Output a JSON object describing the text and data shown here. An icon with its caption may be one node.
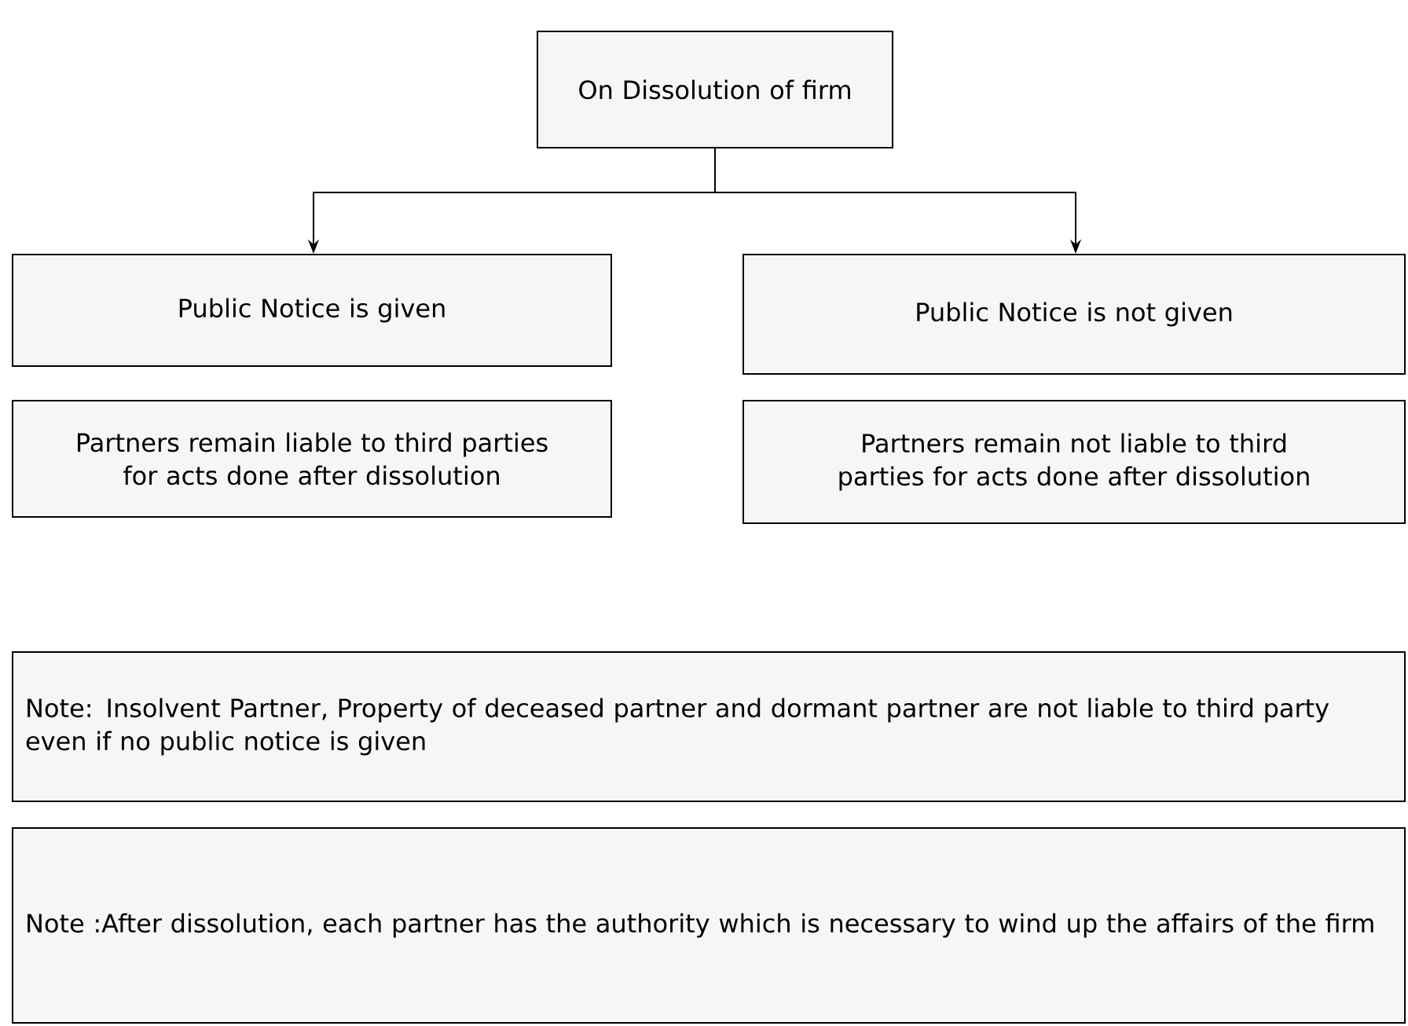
{
  "diagram": {
    "nodes": [
      {
        "text": [
          "On Dissolution of firm"
        ]
      },
      {
        "text": [
          "Public Notice is given"
        ]
      },
      {
        "text": [
          "Public Notice is not given"
        ]
      },
      {
        "text": [
          "Partners remain liable to third parties for acts done after dissolution"
        ]
      },
      {
        "text": [
          "Partners remain not liable to third parties for acts done after dissolution"
        ]
      },
      {
        "text": [
          "Note: Insolvent Partner, Property of deceased partner and dormant partner are not liable to third party even if no public notice is given"
        ]
      },
      {
        "text": [
          "Note :After dissolution, each partner has the authority which is necessary to wind up the affairs of the firm"
        ]
      }
    ],
    "edges": [
      {
        "from": 0,
        "to": 1,
        "arrow": "to"
      },
      {
        "from": 0,
        "to": 2,
        "arrow": "to"
      }
    ]
  }
}
